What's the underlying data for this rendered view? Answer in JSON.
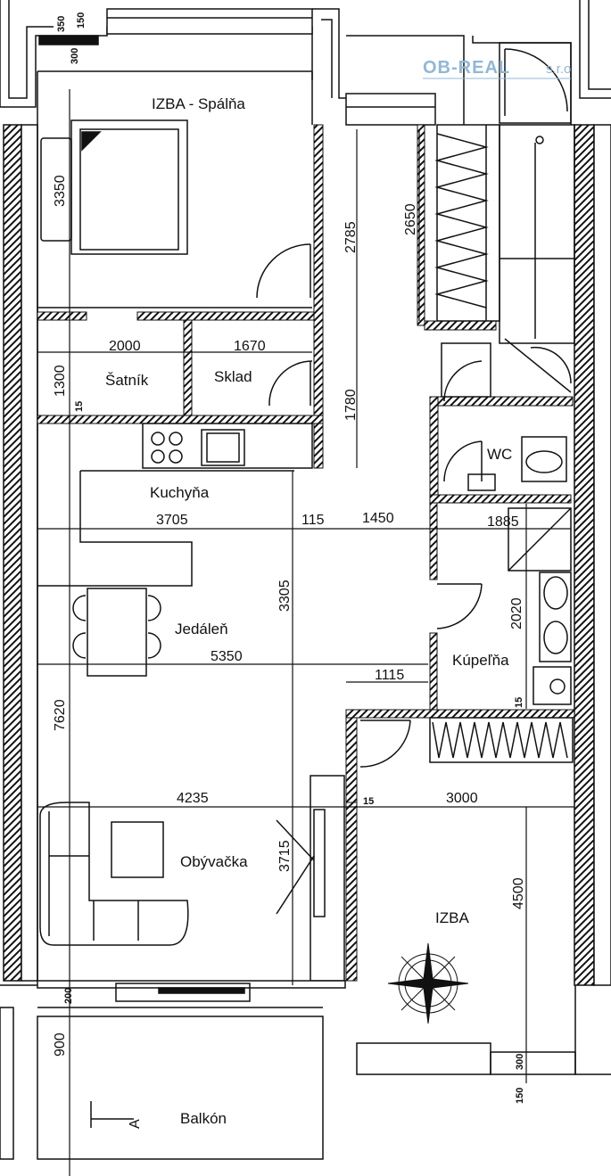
{
  "logo": {
    "name": "OB-REAL",
    "suffix": "s.r.o"
  },
  "rooms": {
    "bedroom": "IZBA - Spálňa",
    "wardrobe": "Šatník",
    "storage": "Sklad",
    "kitchen": "Kuchyňa",
    "dining": "Jedáleň",
    "living": "Obývačka",
    "wc": "WC",
    "bathroom": "Kúpeľňa",
    "room": "IZBA",
    "balcony": "Balkón"
  },
  "dimensions": {
    "d350": "350",
    "d150": "150",
    "d300": "300",
    "d3350": "3350",
    "d2785": "2785",
    "d2650": "2650",
    "d2000": "2000",
    "d1670": "1670",
    "d1300": "1300",
    "d1780": "1780",
    "d15_a": "15",
    "d3705": "3705",
    "d115": "115",
    "d1450": "1450",
    "d1885": "1885",
    "d3305": "3305",
    "d2020": "2020",
    "d5350": "5350",
    "d1115": "1115",
    "d7620": "7620",
    "d15_b": "15",
    "d4235": "4235",
    "d15_c": "15",
    "d3000": "3000",
    "d3715": "3715",
    "d4500": "4500",
    "d200": "200",
    "d900": "900",
    "d300b": "300",
    "d150b": "150",
    "section": "A"
  },
  "colors": {
    "line": "#111111",
    "logo": "#8fb8d8"
  }
}
